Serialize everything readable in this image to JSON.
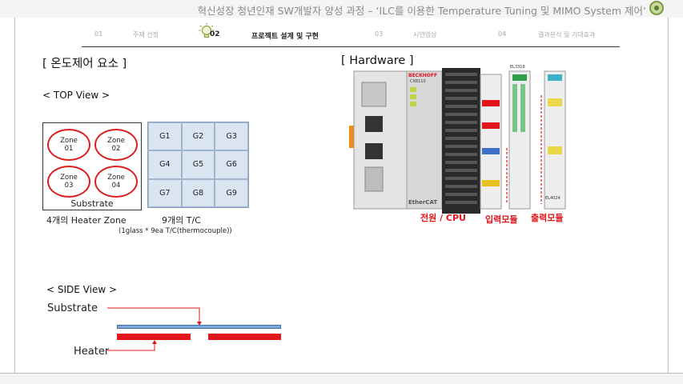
{
  "header": {
    "course_title": "혁신성장 청년인재 SW개발자 양성 과정 – ‘ILC를 이용한 Temperature Tuning 및 MIMO System 제어’"
  },
  "nav": {
    "steps": [
      {
        "num": "01",
        "label": "주제 선정"
      },
      {
        "num": "02",
        "label": "프로젝트 설계 및 구현"
      },
      {
        "num": "03",
        "label": "시연영상"
      },
      {
        "num": "04",
        "label": "결과분석 및 기대효과"
      }
    ],
    "active_index": 1
  },
  "left": {
    "title": "[ 온도제어 요소 ]",
    "top_view_title": "< TOP View >",
    "zones": [
      {
        "name": "Zone",
        "num": "01"
      },
      {
        "name": "Zone",
        "num": "02"
      },
      {
        "name": "Zone",
        "num": "03"
      },
      {
        "name": "Zone",
        "num": "04"
      }
    ],
    "substrate_label": "Substrate",
    "tc_cells": [
      "G1",
      "G2",
      "G3",
      "G4",
      "G5",
      "G6",
      "G7",
      "G8",
      "G9"
    ],
    "zone_caption": "4개의 Heater Zone",
    "tc_caption": "9개의 T/C",
    "tc_subcaption": "(1glass * 9ea T/C(thermocouple))",
    "side_view_title": "< SIDE View >",
    "side_substrate_label": "Substrate",
    "side_heater_label": "Heater"
  },
  "right": {
    "title": "[ Hardware ]",
    "brand": "BECKHOFF",
    "cpu_model": "CX8110",
    "ethercat_logo": "EtherCAT",
    "input_module_model": "EL3318",
    "output_module_model": "EL4024",
    "labels": {
      "power_cpu": "전원 / CPU",
      "input_module": "입력모듈",
      "output_module": "출력모듈"
    }
  },
  "colors": {
    "accent_red": "#e0141a",
    "substrate_blue": "#7fa8d8",
    "grid_fill": "#dbe5f1"
  }
}
